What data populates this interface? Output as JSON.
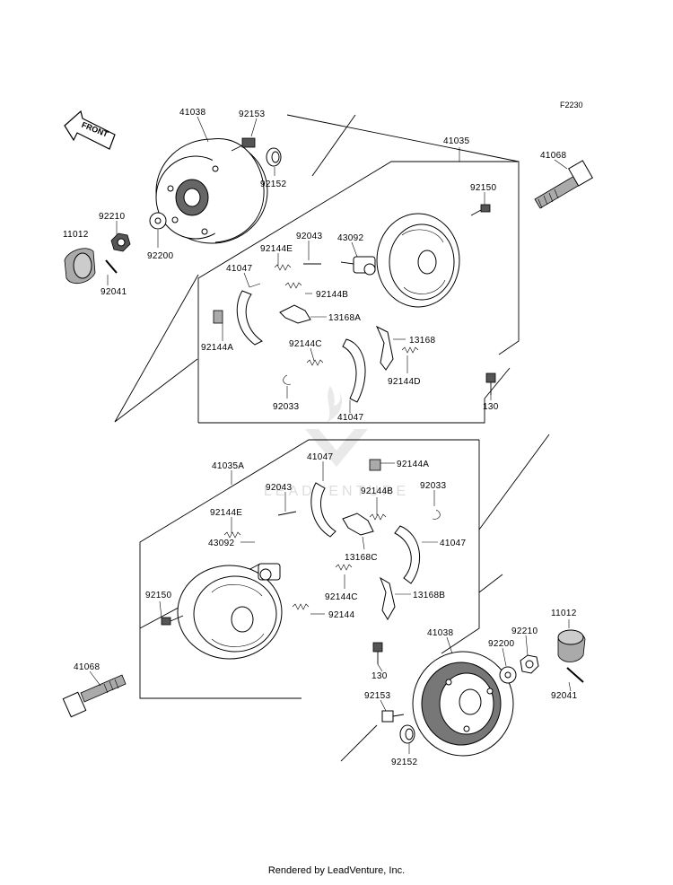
{
  "figure_code": "F2230",
  "front_arrow": "FRONT",
  "watermark": "LEADVENTURE",
  "footer": "Rendered by LeadVenture, Inc.",
  "labels": {
    "l41038_top": "41038",
    "l92153_top": "92153",
    "l92152_top": "92152",
    "l41035": "41035",
    "l41068_top": "41068",
    "l92150_top": "92150",
    "l92210_top": "92210",
    "l11012_top": "11012",
    "l92200_top": "92200",
    "l92041_top": "92041",
    "l92043_top": "92043",
    "l43092_top": "43092",
    "l92144E_top": "92144E",
    "l41047_top1": "41047",
    "l92144B_top": "92144B",
    "l13168A": "13168A",
    "l92144A_top": "92144A",
    "l92144C_top": "92144C",
    "l13168": "13168",
    "l92144D": "92144D",
    "l92033_top": "92033",
    "l41047_top2": "41047",
    "l130_top": "130",
    "l41035A": "41035A",
    "l41047_bot1": "41047",
    "l92144A_bot": "92144A",
    "l92043_bot": "92043",
    "l92144B_bot": "92144B",
    "l92033_bot": "92033",
    "l92144E_bot": "92144E",
    "l43092_bot": "43092",
    "l41047_bot2": "41047",
    "l13168C": "13168C",
    "l92150_bot": "92150",
    "l92144C_bot": "92144C",
    "l13168B": "13168B",
    "l92144": "92144",
    "l11012_bot": "11012",
    "l41038_bot": "41038",
    "l92210_bot": "92210",
    "l92200_bot": "92200",
    "l41068_bot": "41068",
    "l130_bot": "130",
    "l92153_bot": "92153",
    "l92041_bot": "92041",
    "l92152_bot": "92152"
  }
}
